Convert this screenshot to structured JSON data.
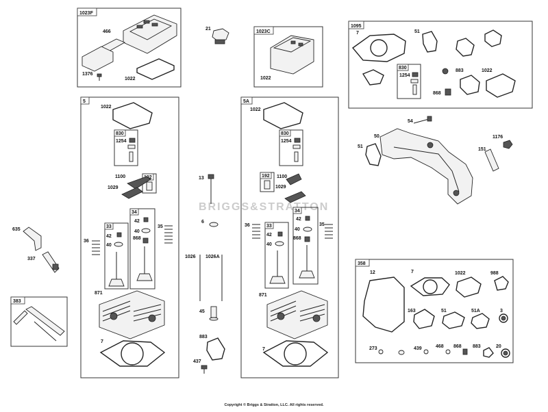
{
  "watermark": "BRIGGS&STRATTON",
  "copyright": "Copyright © Briggs & Stratton, LLC. All rights reserved.",
  "kits": {
    "k1023F": "1023F",
    "k1023C": "1023C",
    "k1095": "1095",
    "k5": "5",
    "k5A": "5A",
    "k383": "383",
    "k358": "358",
    "k830a": "830",
    "k830b": "830",
    "k830c": "830",
    "k192a": "192",
    "k192b": "192",
    "k33a": "33",
    "k34a": "34",
    "k33b": "33",
    "k34b": "34"
  },
  "labels": {
    "l466": "466",
    "l1376": "1376",
    "l1022_f": "1022",
    "l21": "21",
    "l1022_c": "1022",
    "l7_1095": "7",
    "l51_1095": "51",
    "l1254_1095": "1254",
    "l883_1095": "883",
    "l1022_1095": "1022",
    "l868_1095": "868",
    "l1022_5": "1022",
    "l1254_5": "1254",
    "l1100_5": "1100",
    "l1029_5": "1029",
    "l42a_5": "42",
    "l42b_5": "42",
    "l40a_5": "40",
    "l40b_5": "40",
    "l868_5": "868",
    "l35_5": "35",
    "l36_5": "36",
    "l871_5": "871",
    "l7_5": "7",
    "l13": "13",
    "l6": "6",
    "l1026": "1026",
    "l1026A": "1026A",
    "l45": "45",
    "l883_mid": "883",
    "l437": "437",
    "l1022_5A": "1022",
    "l1254_5A": "1254",
    "l1100_5A": "1100",
    "l1029_5A": "1029",
    "l42a_5A": "42",
    "l42b_5A": "42",
    "l40a_5A": "40",
    "l40b_5A": "40",
    "l868_5A": "868",
    "l35_5A": "35",
    "l36_5A": "36",
    "l871_5A": "871",
    "l7_5A": "7",
    "l54": "54",
    "l50": "50",
    "l51_r": "51",
    "l1176": "1176",
    "l151": "151",
    "l635": "635",
    "l337": "337",
    "l12": "12",
    "l7_358": "7",
    "l1022_358": "1022",
    "l988": "988",
    "l163": "163",
    "l51_358": "51",
    "l51A": "51A",
    "l3": "3",
    "l273": "273",
    "l439": "439",
    "l468": "468",
    "l868_358": "868",
    "l883_358": "883",
    "l20": "20"
  }
}
